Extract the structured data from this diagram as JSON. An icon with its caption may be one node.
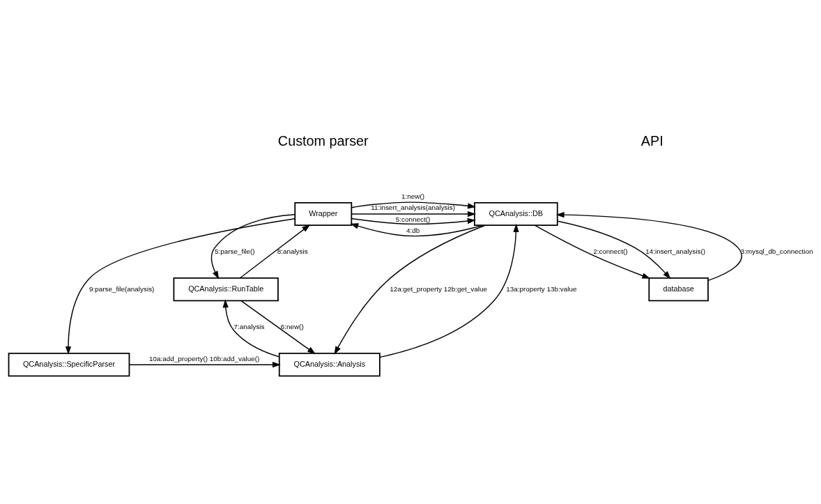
{
  "diagram": {
    "nodes": [
      {
        "text": [
          "Wrapper"
        ]
      },
      {
        "text": [
          "QCAnalysis::DB"
        ]
      },
      {
        "text": [
          "QCAnalysis::RunTable"
        ]
      },
      {
        "text": [
          "database"
        ]
      },
      {
        "text": [
          "QCAnalysis::SpecificParser"
        ]
      },
      {
        "text": [
          "QCAnalysis::Analysis"
        ]
      }
    ],
    "edges": [
      {
        "from": 0,
        "to": 1,
        "arrow": "to",
        "label": "1:new()"
      },
      {
        "from": 1,
        "to": 3,
        "arrow": "to",
        "label": "2:connect()"
      },
      {
        "from": 3,
        "to": 1,
        "arrow": "to",
        "label": "3:mysql_db_connection"
      },
      {
        "from": 1,
        "to": 0,
        "arrow": "to",
        "label": "4:db"
      },
      {
        "from": 0,
        "to": 1,
        "arrow": "to",
        "label": "5:connect()"
      },
      {
        "from": 0,
        "to": 2,
        "arrow": "to",
        "label": "5:parse_file()"
      },
      {
        "from": 2,
        "to": 5,
        "arrow": "to",
        "label": "6:new()"
      },
      {
        "from": 5,
        "to": 2,
        "arrow": "to",
        "label": "7:analysis"
      },
      {
        "from": 2,
        "to": 0,
        "arrow": "to",
        "label": "8:analysis"
      },
      {
        "from": 0,
        "to": 4,
        "arrow": "to",
        "label": "9:parse_file(analysis)"
      },
      {
        "from": 4,
        "to": 5,
        "arrow": "to",
        "label": "10a:add_property() 10b:add_value()"
      },
      {
        "from": 0,
        "to": 1,
        "arrow": "to",
        "label": "11:insert_analysis(analysis)"
      },
      {
        "from": 1,
        "to": 5,
        "arrow": "to",
        "label": "12a:get_property 12b:get_value"
      },
      {
        "from": 5,
        "to": 1,
        "arrow": "to",
        "label": "13a:property 13b:value"
      },
      {
        "from": 1,
        "to": 3,
        "arrow": "to",
        "label": "14:insert_analysis()"
      }
    ],
    "labels": [
      "Custom parser",
      "API"
    ]
  }
}
